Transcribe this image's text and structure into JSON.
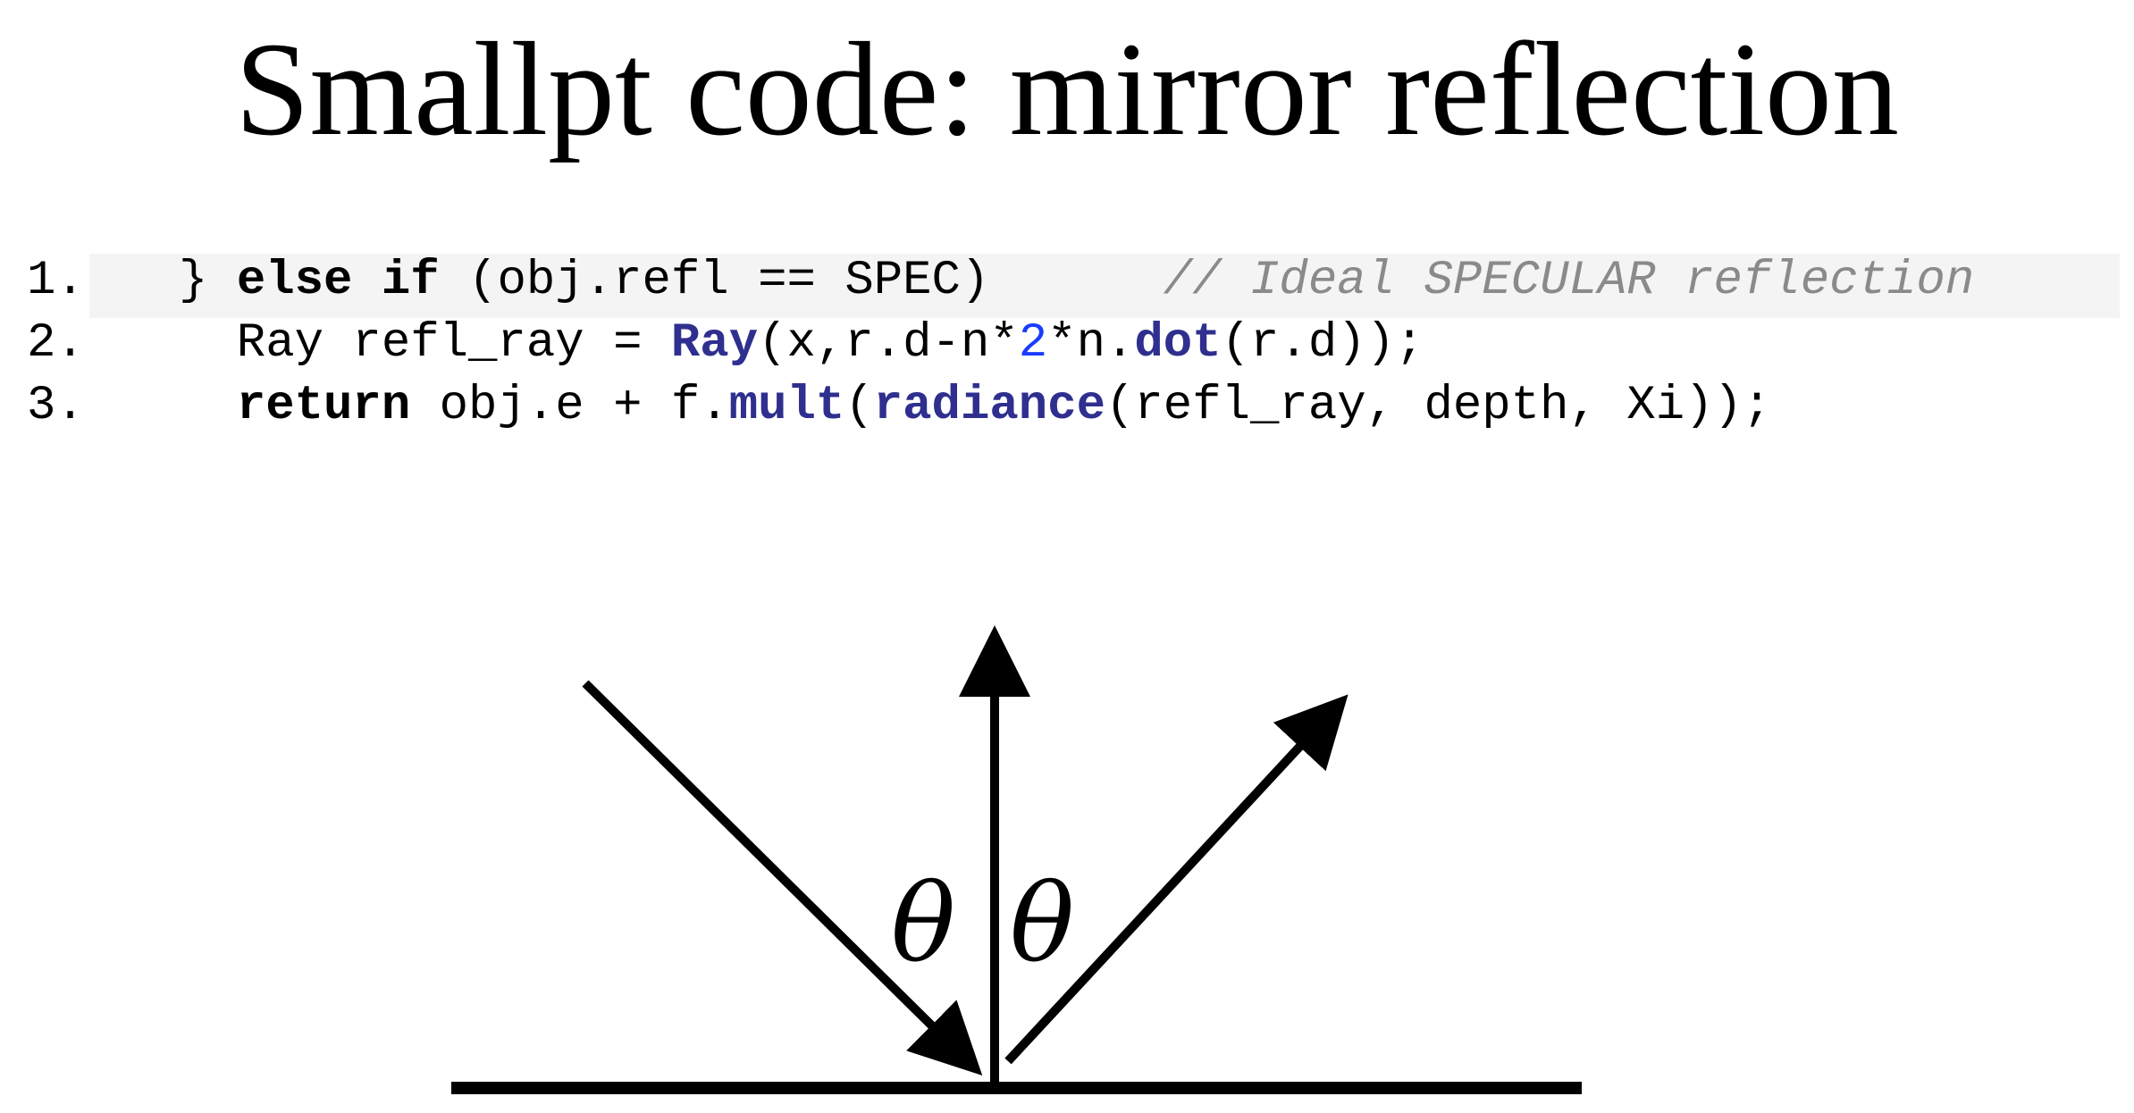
{
  "title": "Smallpt code: mirror reflection",
  "code": {
    "lines": [
      {
        "number": "1.",
        "tokens": [
          {
            "text": "} ",
            "style": "plain"
          },
          {
            "text": "else if",
            "style": "kw"
          },
          {
            "text": " (obj.refl == SPEC)      ",
            "style": "plain"
          },
          {
            "text": "// Ideal SPECULAR reflection",
            "style": "cm"
          }
        ]
      },
      {
        "number": "2.",
        "tokens": [
          {
            "text": "  Ray refl_ray = ",
            "style": "plain"
          },
          {
            "text": "Ray",
            "style": "fn"
          },
          {
            "text": "(x,r.d-n*",
            "style": "plain"
          },
          {
            "text": "2",
            "style": "num"
          },
          {
            "text": "*n.",
            "style": "plain"
          },
          {
            "text": "dot",
            "style": "fn"
          },
          {
            "text": "(r.d));",
            "style": "plain"
          }
        ]
      },
      {
        "number": "3.",
        "tokens": [
          {
            "text": "  ",
            "style": "plain"
          },
          {
            "text": "return",
            "style": "kw"
          },
          {
            "text": " obj.e + f.",
            "style": "plain"
          },
          {
            "text": "mult",
            "style": "fn"
          },
          {
            "text": "(",
            "style": "plain"
          },
          {
            "text": "radiance",
            "style": "fn"
          },
          {
            "text": "(refl_ray, depth, Xi));",
            "style": "plain"
          }
        ]
      }
    ]
  },
  "diagram": {
    "angle_label_left": "θ",
    "angle_label_right": "θ"
  }
}
